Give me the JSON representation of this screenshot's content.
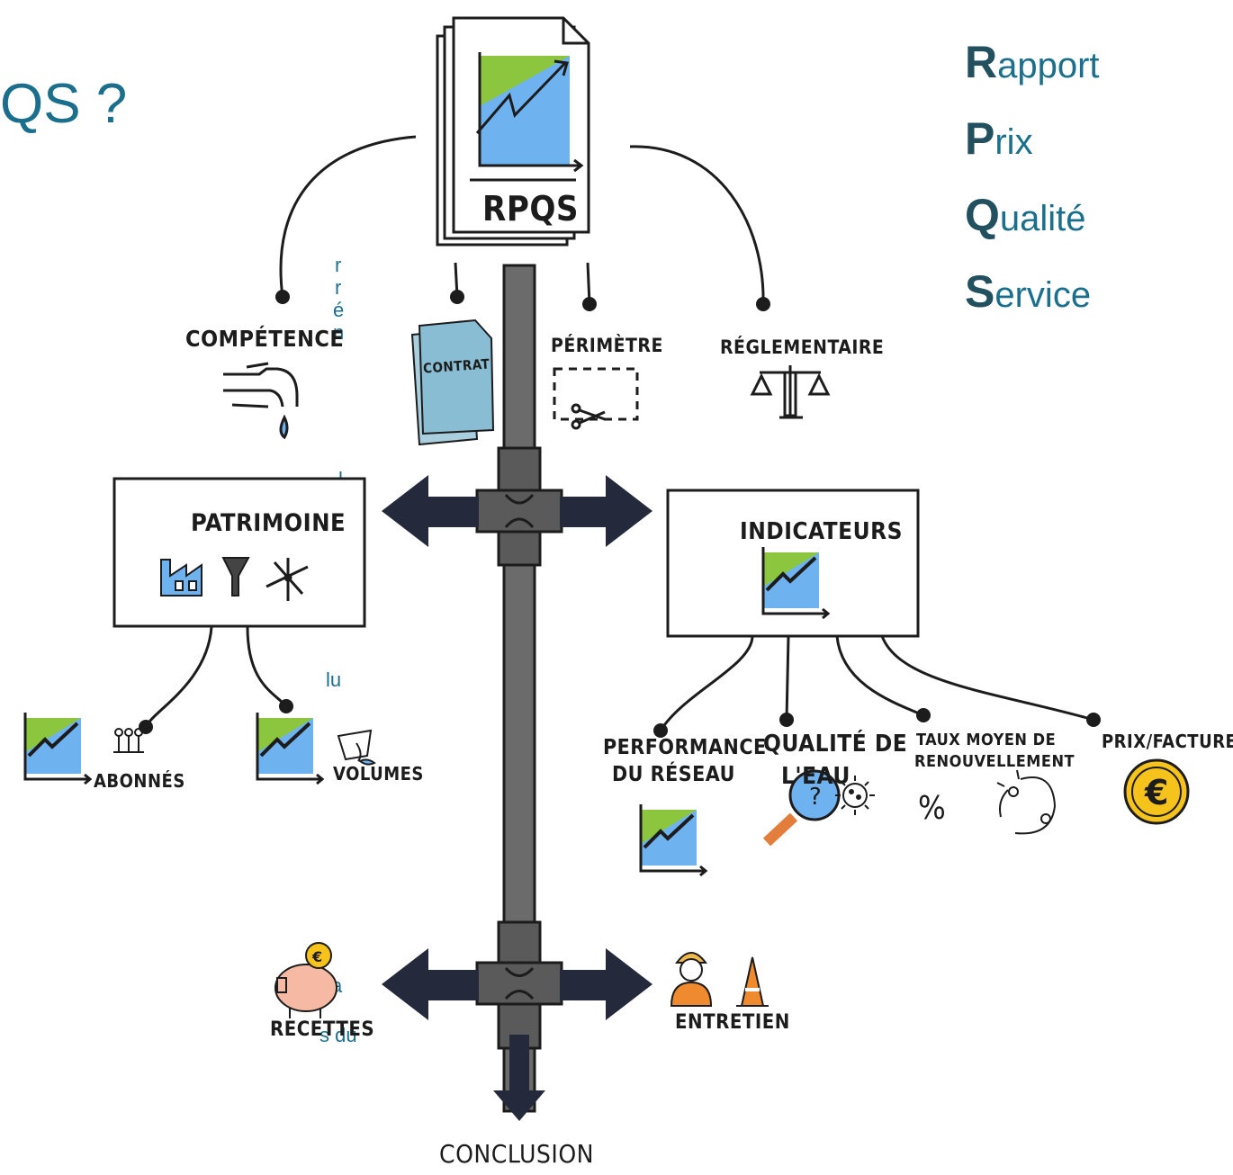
{
  "title": "QS ?",
  "left_fragments": [
    "r",
    "r",
    "é",
    "n",
    "l",
    "lu",
    "a",
    "s du"
  ],
  "acronym": [
    {
      "letter": "R",
      "rest": "apport"
    },
    {
      "letter": "P",
      "rest": "rix"
    },
    {
      "letter": "Q",
      "rest": "ualité"
    },
    {
      "letter": "S",
      "rest": "ervice"
    }
  ],
  "document": {
    "label": "RPQS"
  },
  "labels": {
    "competence": "COMPÉTENCE",
    "contrat": "CONTRAT",
    "perimetre": "PÉRIMÈTRE",
    "reglementaire": "RÉGLEMENTAIRE",
    "patrimoine": "PATRIMOINE",
    "indicateurs": "INDICATEURS",
    "abonnes": "ABONNÉS",
    "volumes": "VOLUMES",
    "performance_1": "PERFORMANCE",
    "performance_2": "DU RÉSEAU",
    "qualite_1": "QUALITÉ DE",
    "qualite_2": "L'EAU",
    "taux_1": "TAUX MOYEN DE",
    "taux_2": "RENOUVELLEMENT",
    "percent": "%",
    "prix": "PRIX/FACTURE",
    "recettes": "RECETTES",
    "entretien": "ENTRETIEN",
    "conclusion": "CONCLUSION"
  },
  "colors": {
    "accent_teal": "#1b6f8d",
    "chart_blue": "#6fb2f0",
    "chart_green": "#8cc63f",
    "pipe_gray": "#6b6b6b",
    "arrow_navy": "#242a3c",
    "coin_yellow": "#f5c31c"
  }
}
